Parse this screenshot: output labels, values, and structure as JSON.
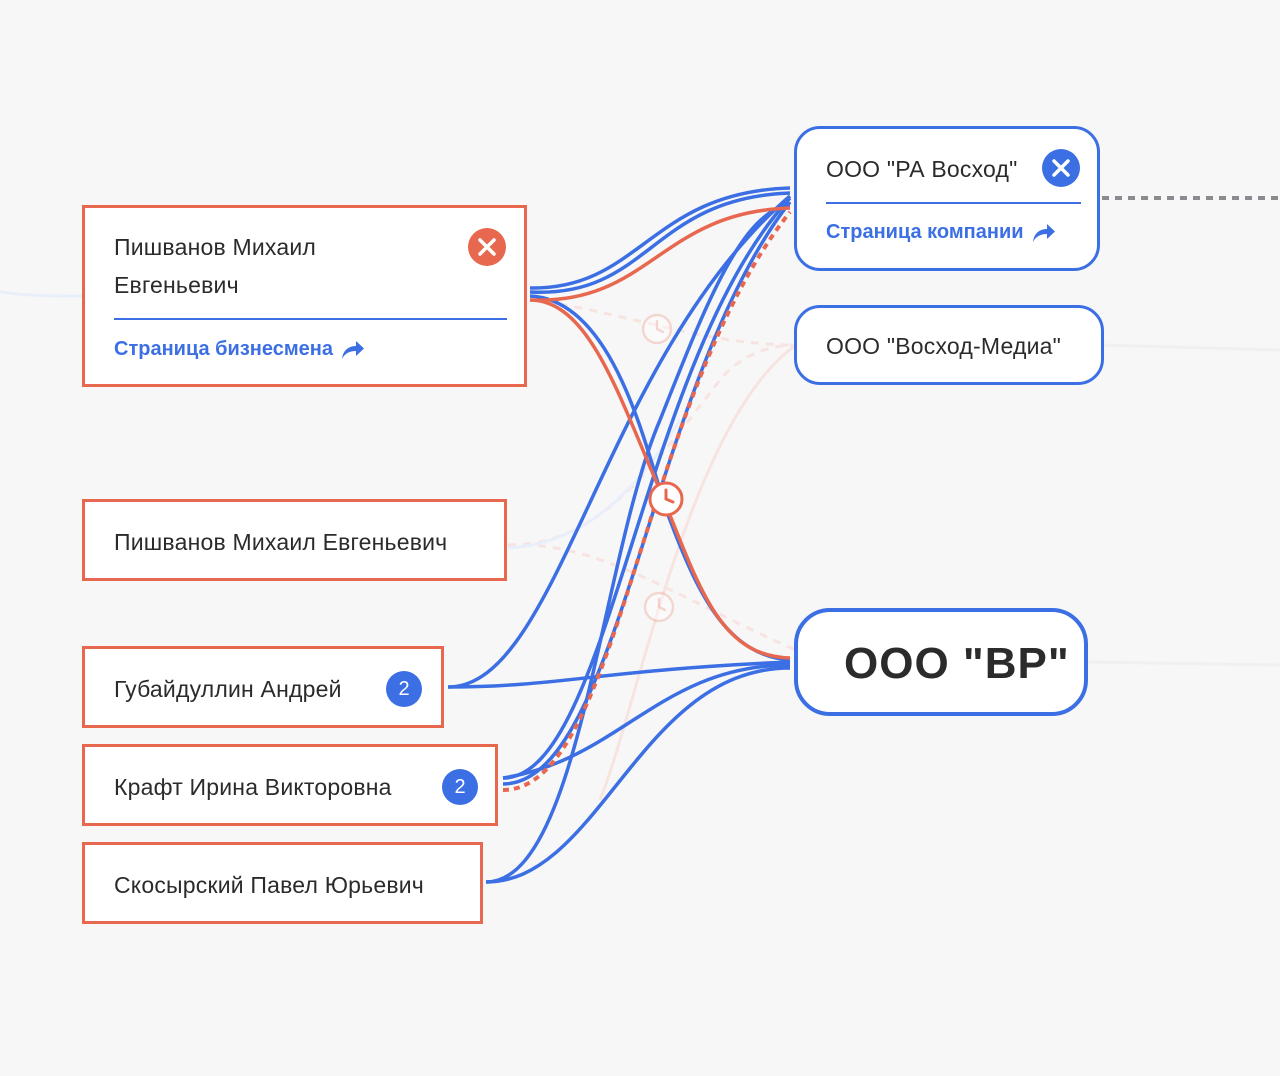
{
  "persons": [
    {
      "name": "Пишванов Михаил",
      "name_line2": "Евгеньевич",
      "link_label": "Страница бизнесмена"
    },
    {
      "name": "Пишванов Михаил Евгеньевич"
    },
    {
      "name": "Губайдуллин Андрей",
      "badge": "2"
    },
    {
      "name": "Крафт Ирина Викторовна",
      "badge": "2"
    },
    {
      "name": "Скосырский Павел Юрьевич"
    }
  ],
  "companies": [
    {
      "name": "ООО \"РА Восход\"",
      "link_label": "Страница компании"
    },
    {
      "name": "ООО \"Восход-Медиа\""
    },
    {
      "name": "ООО \"ВР\""
    }
  ],
  "colors": {
    "person_accent": "#e8684f",
    "company_accent": "#3b6fe3",
    "background": "#f7f7f8"
  },
  "icons": {
    "close": "close-icon",
    "link_arrow": "share-arrow-icon",
    "clock": "clock-icon"
  }
}
